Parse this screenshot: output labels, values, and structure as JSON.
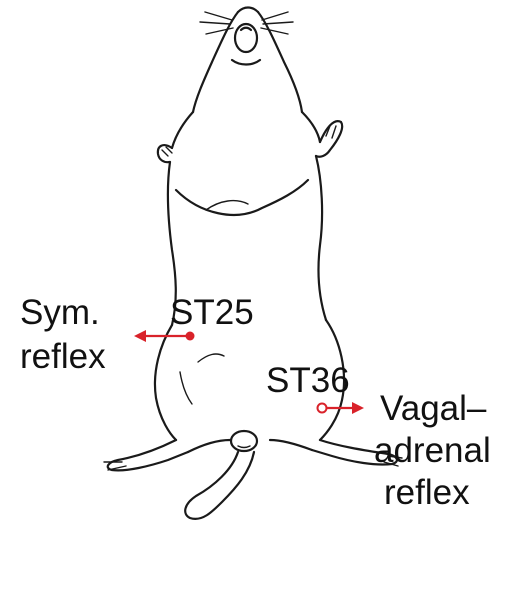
{
  "diagram": {
    "accent_color": "#d9222a",
    "ink_color": "#1a1a1a",
    "subject_icon": "mouse-ventral-view-drawing"
  },
  "labels": {
    "sym_line1": "Sym.",
    "sym_line2": "reflex",
    "st25": "ST25",
    "st36": "ST36",
    "vagal_line1": "Vagal–",
    "vagal_line2": "adrenal",
    "vagal_line3": "reflex"
  },
  "points": [
    {
      "name": "ST25",
      "marker": "filled"
    },
    {
      "name": "ST36",
      "marker": "open"
    }
  ]
}
